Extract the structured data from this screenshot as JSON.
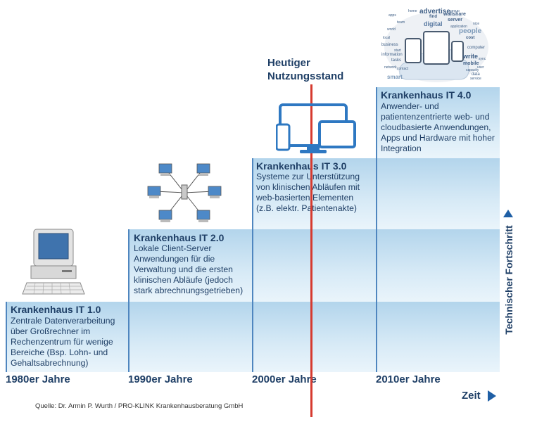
{
  "stages": [
    {
      "title": "Krankenhaus IT 1.0",
      "desc": "Zentrale Datenverarbeitung über Großrechner im Rechenzentrum für wenige Bereiche (Bsp. Lohn- und Gehaltsabrechnung)",
      "decade": "1980er Jahre"
    },
    {
      "title": "Krankenhaus IT 2.0",
      "desc": "Lokale Client-Server Anwendungen für die Verwaltung und die ersten klinischen Abläufe (jedoch stark abrechnungsgetrieben)",
      "decade": "1990er Jahre"
    },
    {
      "title": "Krankenhaus IT 3.0",
      "desc": "Systeme zur Unterstützung von klinischen Abläufen mit web-basierten Elementen (z.B. elektr. Patientenakte)",
      "decade": "2000er Jahre"
    },
    {
      "title": "Krankenhaus IT 4.0",
      "desc": "Anwender- und patientenzentrierte web- und cloudbasierte Anwendungen, Apps und Hardware mit hoher Integration",
      "decade": "2010er Jahre"
    }
  ],
  "current_state_label": "Heutiger Nutzungsstand",
  "y_axis_label": "Technischer Fortschritt",
  "x_axis_label": "Zeit",
  "source": "Quelle: Dr. Armin P. Wurth / PRO-KLINK Krankenhausberatung GmbH",
  "word_cloud": [
    "advertise",
    "people",
    "write",
    "digital",
    "server",
    "business",
    "mobile",
    "information",
    "smart",
    "cost",
    "computer",
    "tasks",
    "wallshare",
    "data",
    "capacity",
    "home",
    "find",
    "application",
    "world",
    "local",
    "team",
    "group",
    "nice",
    "start",
    "network",
    "contact",
    "sync",
    "apps",
    "user",
    "service"
  ],
  "colors": {
    "step_blue": "#8fc1e4",
    "text_navy": "#1f3f66",
    "red_line": "#d63a2f",
    "arrow_blue": "#1f5fa5",
    "device_blue": "#2e78c2"
  }
}
